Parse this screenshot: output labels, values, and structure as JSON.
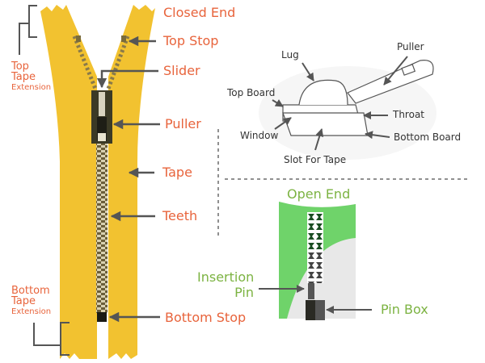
{
  "title": "Zipper Anatomy",
  "colors": {
    "label_orange": "#e8643c",
    "label_green": "#7cb342",
    "label_dark": "#333333",
    "tape_yellow": "#f2c230",
    "open_end_green": "#6fd36a",
    "arrow_gray": "#555555"
  },
  "main_zipper": {
    "labels": {
      "closed_end": "Closed End",
      "top_stop": "Top Stop",
      "slider": "Slider",
      "puller": "Puller",
      "tape": "Tape",
      "teeth": "Teeth",
      "bottom_stop": "Bottom Stop"
    },
    "top_extension": {
      "line1": "Top",
      "line2": "Tape",
      "line3": "Extension"
    },
    "bottom_extension": {
      "line1": "Bottom",
      "line2": "Tape",
      "line3": "Extension"
    }
  },
  "slider_detail": {
    "labels": {
      "lug": "Lug",
      "puller": "Puller",
      "top_board": "Top Board",
      "throat": "Throat",
      "window": "Window",
      "bottom_board": "Bottom Board",
      "slot_for_tape": "Slot For Tape"
    }
  },
  "open_end_detail": {
    "labels": {
      "open_end": "Open End",
      "insertion_pin_line1": "Insertion",
      "insertion_pin_line2": "Pin",
      "pin_box": "Pin Box"
    }
  }
}
